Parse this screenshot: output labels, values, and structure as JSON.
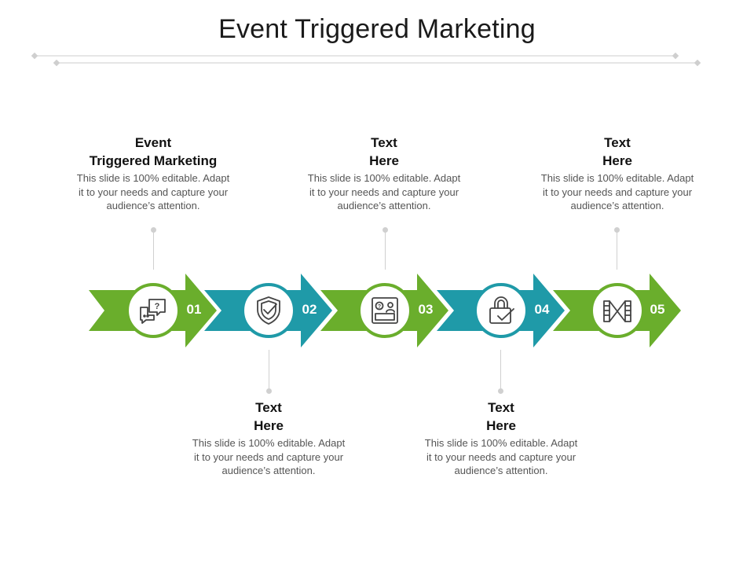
{
  "title": "Event Triggered Marketing",
  "colors": {
    "green": "#6aae2c",
    "teal": "#1f9aa8",
    "line": "#d0d0d0"
  },
  "steps": [
    {
      "number": "01",
      "heading_lines": [
        "Event",
        "Triggered Marketing"
      ],
      "body": "This slide is 100% editable. Adapt it to your needs and capture your audience’s attention.",
      "icon": "chat-question-icon",
      "color": "green",
      "position": "top"
    },
    {
      "number": "02",
      "heading_lines": [
        "Text",
        "Here"
      ],
      "body": "This slide is 100% editable. Adapt it to your needs and capture your audience’s attention.",
      "icon": "shield-check-icon",
      "color": "teal",
      "position": "bottom"
    },
    {
      "number": "03",
      "heading_lines": [
        "Text",
        "Here"
      ],
      "body": "This slide is 100% editable. Adapt it to your needs and capture your audience’s attention.",
      "icon": "help-desk-icon",
      "color": "green",
      "position": "top"
    },
    {
      "number": "04",
      "heading_lines": [
        "Text",
        "Here"
      ],
      "body": "This slide is 100% editable. Adapt it to your needs and capture your audience’s attention.",
      "icon": "padlock-check-icon",
      "color": "teal",
      "position": "bottom"
    },
    {
      "number": "05",
      "heading_lines": [
        "Text",
        "Here"
      ],
      "body": "This slide is 100% editable. Adapt it to your needs and capture your audience’s attention.",
      "icon": "film-frames-icon",
      "color": "green",
      "position": "top"
    }
  ]
}
